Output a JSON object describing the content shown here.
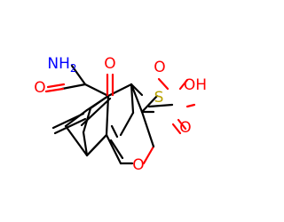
{
  "molecule": {
    "atoms": {
      "amine": {
        "label": "NH",
        "subscript": "2",
        "color": "#0000ff"
      },
      "carbonyl_oxygen_1": {
        "label": "O",
        "color": "#ff0000"
      },
      "carbonyl_oxygen_2": {
        "label": "O",
        "color": "#ff0000"
      },
      "sulfur": {
        "label": "S",
        "color": "#b8a200"
      },
      "hydroxyl": {
        "label": "OH",
        "color": "#ff0000"
      },
      "sulfonyl_oxygen_top": {
        "label": "O",
        "color": "#ff0000"
      },
      "sulfonyl_oxygen_bottom": {
        "label": "O",
        "color": "#ff0000"
      },
      "ring_oxygen": {
        "label": "O",
        "color": "#ff0000"
      }
    }
  }
}
